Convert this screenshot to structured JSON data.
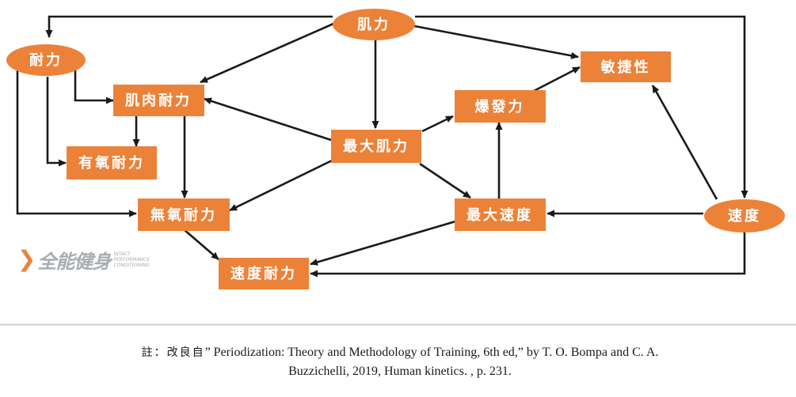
{
  "colors": {
    "node_fill": "#ec8238",
    "node_text": "#ffffff",
    "arrow": "#1a1a1a",
    "logo_accent": "#ec8238",
    "logo_gray": "#a9acb3"
  },
  "nodes": {
    "strength": "肌力",
    "endurance": "耐力",
    "muscular_endurance": "肌肉耐力",
    "aerobic_endurance": "有氧耐力",
    "max_strength": "最大肌力",
    "anaerobic_endurance": "無氧耐力",
    "speed_endurance": "速度耐力",
    "power": "爆發力",
    "agility": "敏捷性",
    "max_speed": "最大速度",
    "speed": "速度"
  },
  "logo": {
    "mark": "❯",
    "text": "全能健身",
    "sub": "INTACT PERFORMANCE CONDITIONING"
  },
  "citation": {
    "prefix": "註：改良自",
    "line1": "” Periodization: Theory and Methodology of Training, 6th ed,” by T. O. Bompa and C. A.",
    "line2": "Buzzichelli, 2019, Human kinetics. , p. 231."
  }
}
